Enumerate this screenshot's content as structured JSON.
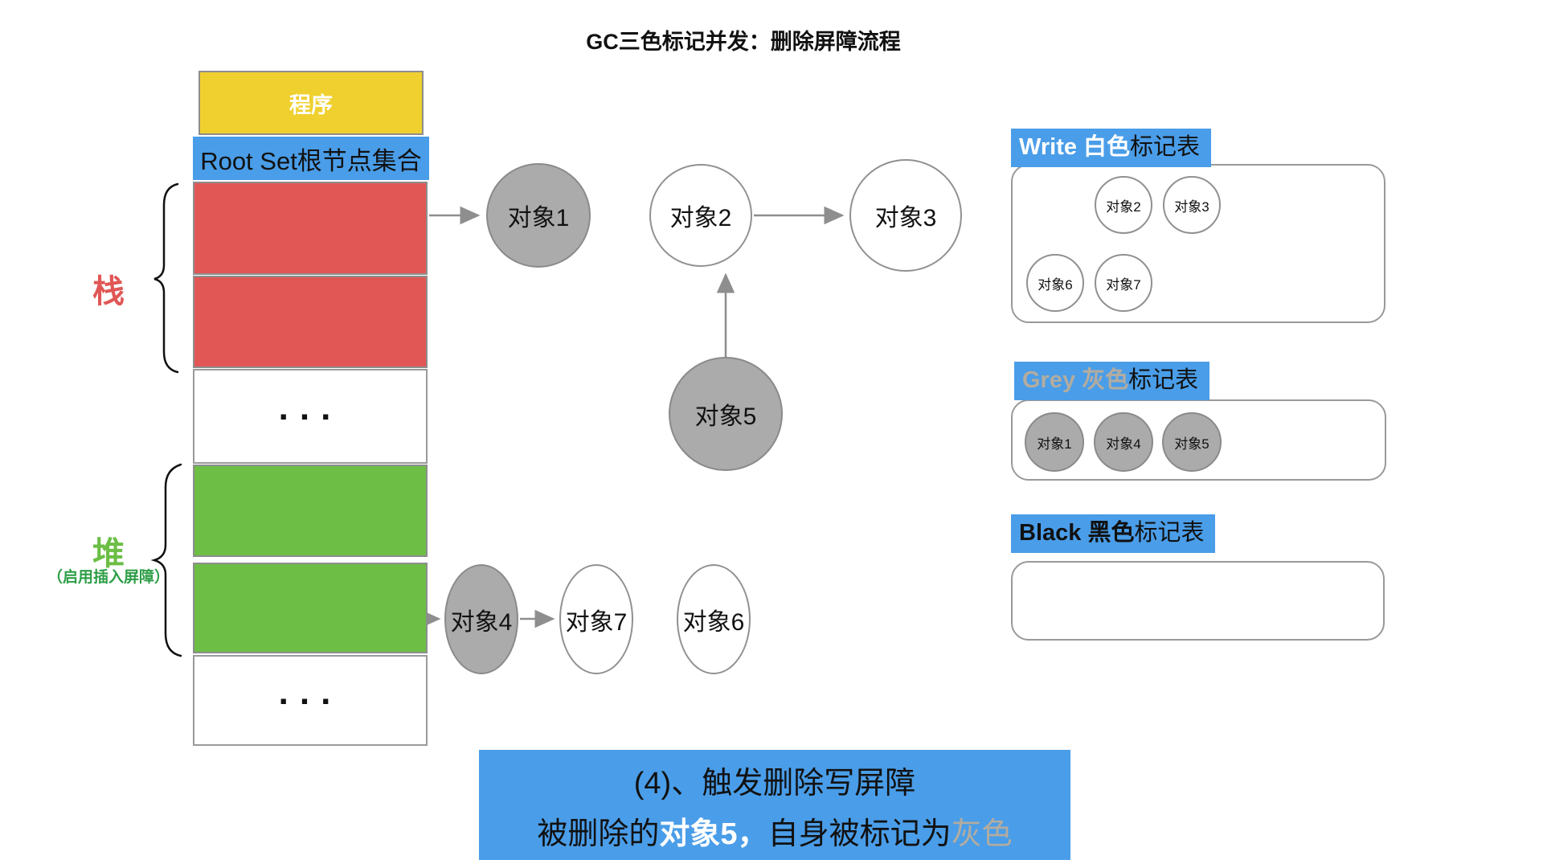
{
  "title": "GC三色标记并发：删除屏障流程",
  "memory": {
    "program": "程序",
    "root_set": "Root Set根节点集合",
    "stack_ellipsis": "...",
    "heap_ellipsis": "..."
  },
  "regions": {
    "stack_label": "栈",
    "heap_label": "堆",
    "heap_note": "（启用插入屏障）"
  },
  "nodes": {
    "obj1": "对象1",
    "obj2": "对象2",
    "obj3": "对象3",
    "obj4": "对象4",
    "obj5": "对象5",
    "obj6": "对象6",
    "obj7": "对象7"
  },
  "tables": {
    "white": {
      "title_en": "Write 白色",
      "title_suffix": "标记表",
      "items": [
        "对象2",
        "对象3",
        "对象6",
        "对象7"
      ]
    },
    "grey": {
      "title_en": "Grey 灰色",
      "title_suffix": "标记表",
      "items": [
        "对象1",
        "对象4",
        "对象5"
      ]
    },
    "black": {
      "title_en": "Black 黑色",
      "title_suffix": "标记表",
      "items": []
    }
  },
  "caption": {
    "line1": "(4)、触发删除写屏障",
    "line2_prefix": "被删除的",
    "line2_highlight": "对象5，",
    "line2_middle": "自身被标记为",
    "line2_suffix": "灰色"
  },
  "colors": {
    "accent_blue": "#4A9DE8",
    "program_yellow": "#EFD02F",
    "stack_red": "#E05756",
    "heap_green": "#6CBE45",
    "heap_note_green": "#2E9E47",
    "object_gray": "#ABABAB",
    "grey_text": "#B3ACA0",
    "line_gray": "#8E8E8E"
  }
}
